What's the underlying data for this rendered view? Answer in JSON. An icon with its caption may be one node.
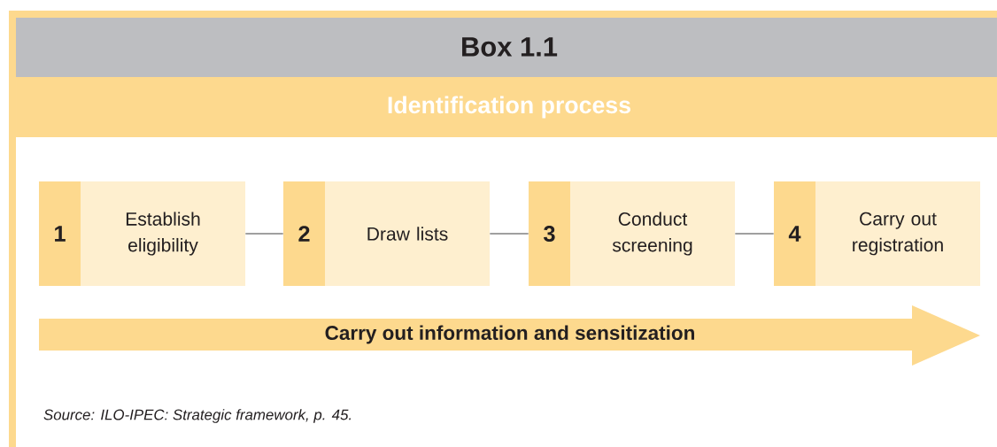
{
  "diagram": {
    "title": "Box 1.1",
    "nodes": [
      {
        "text": [
          "1",
          "Establish eligibility"
        ]
      },
      {
        "text": [
          "2",
          "Draw lists"
        ]
      },
      {
        "text": [
          "3",
          "Conduct screening"
        ]
      },
      {
        "text": [
          "4",
          "Carry out registration"
        ]
      },
      {
        "text": [
          "Carry out information and sensitization"
        ]
      }
    ],
    "edges": [
      {
        "from": 0,
        "to": 1,
        "arrow": "none"
      },
      {
        "from": 1,
        "to": 2,
        "arrow": "none"
      },
      {
        "from": 2,
        "to": 3,
        "arrow": "none"
      }
    ],
    "labels": [
      "Identification process"
    ],
    "caption": "Source:  ILO-IPEC: Strategic framework, p. 45."
  }
}
